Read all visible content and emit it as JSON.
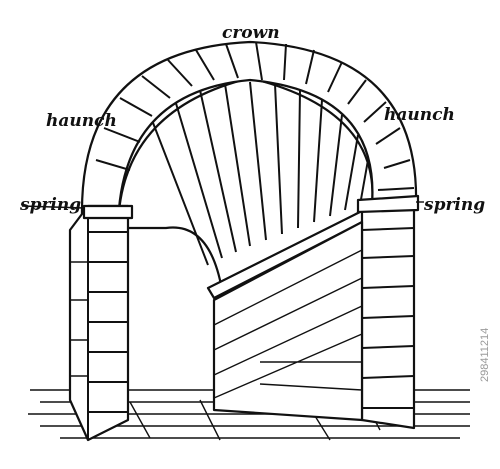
{
  "labels": {
    "crown": "crown",
    "haunch_left": "haunch",
    "haunch_right": "haunch",
    "spring_left": "spring",
    "spring_right": "spring"
  },
  "stock_id": "298411214",
  "colors": {
    "ink": "#111111",
    "paper": "#ffffff"
  }
}
